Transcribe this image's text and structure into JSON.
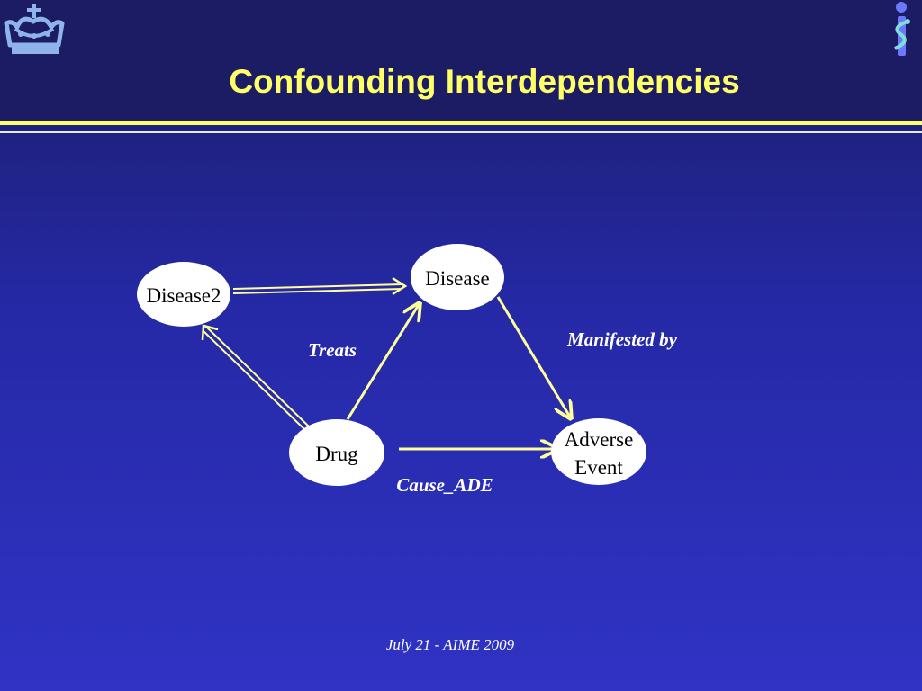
{
  "slide": {
    "title": "Confounding Interdependencies",
    "footer": "July 21 - AIME 2009"
  },
  "logos": {
    "left": "crown-icon",
    "right": "info-caduceus-icon"
  },
  "colors": {
    "background_top": "#1c1d66",
    "background_bottom": "#3033c4",
    "title": "#ffff66",
    "arrow": "#ffff99",
    "node_fill": "#ffffff"
  },
  "diagram": {
    "nodes": {
      "disease": "Disease",
      "disease2": "Disease2",
      "drug": "Drug",
      "adverse_event_line1": "Adverse",
      "adverse_event_line2": "Event"
    },
    "edge_labels": {
      "treats": "Treats",
      "manifested_by": "Manifested by",
      "cause_ade": "Cause_ADE"
    }
  }
}
